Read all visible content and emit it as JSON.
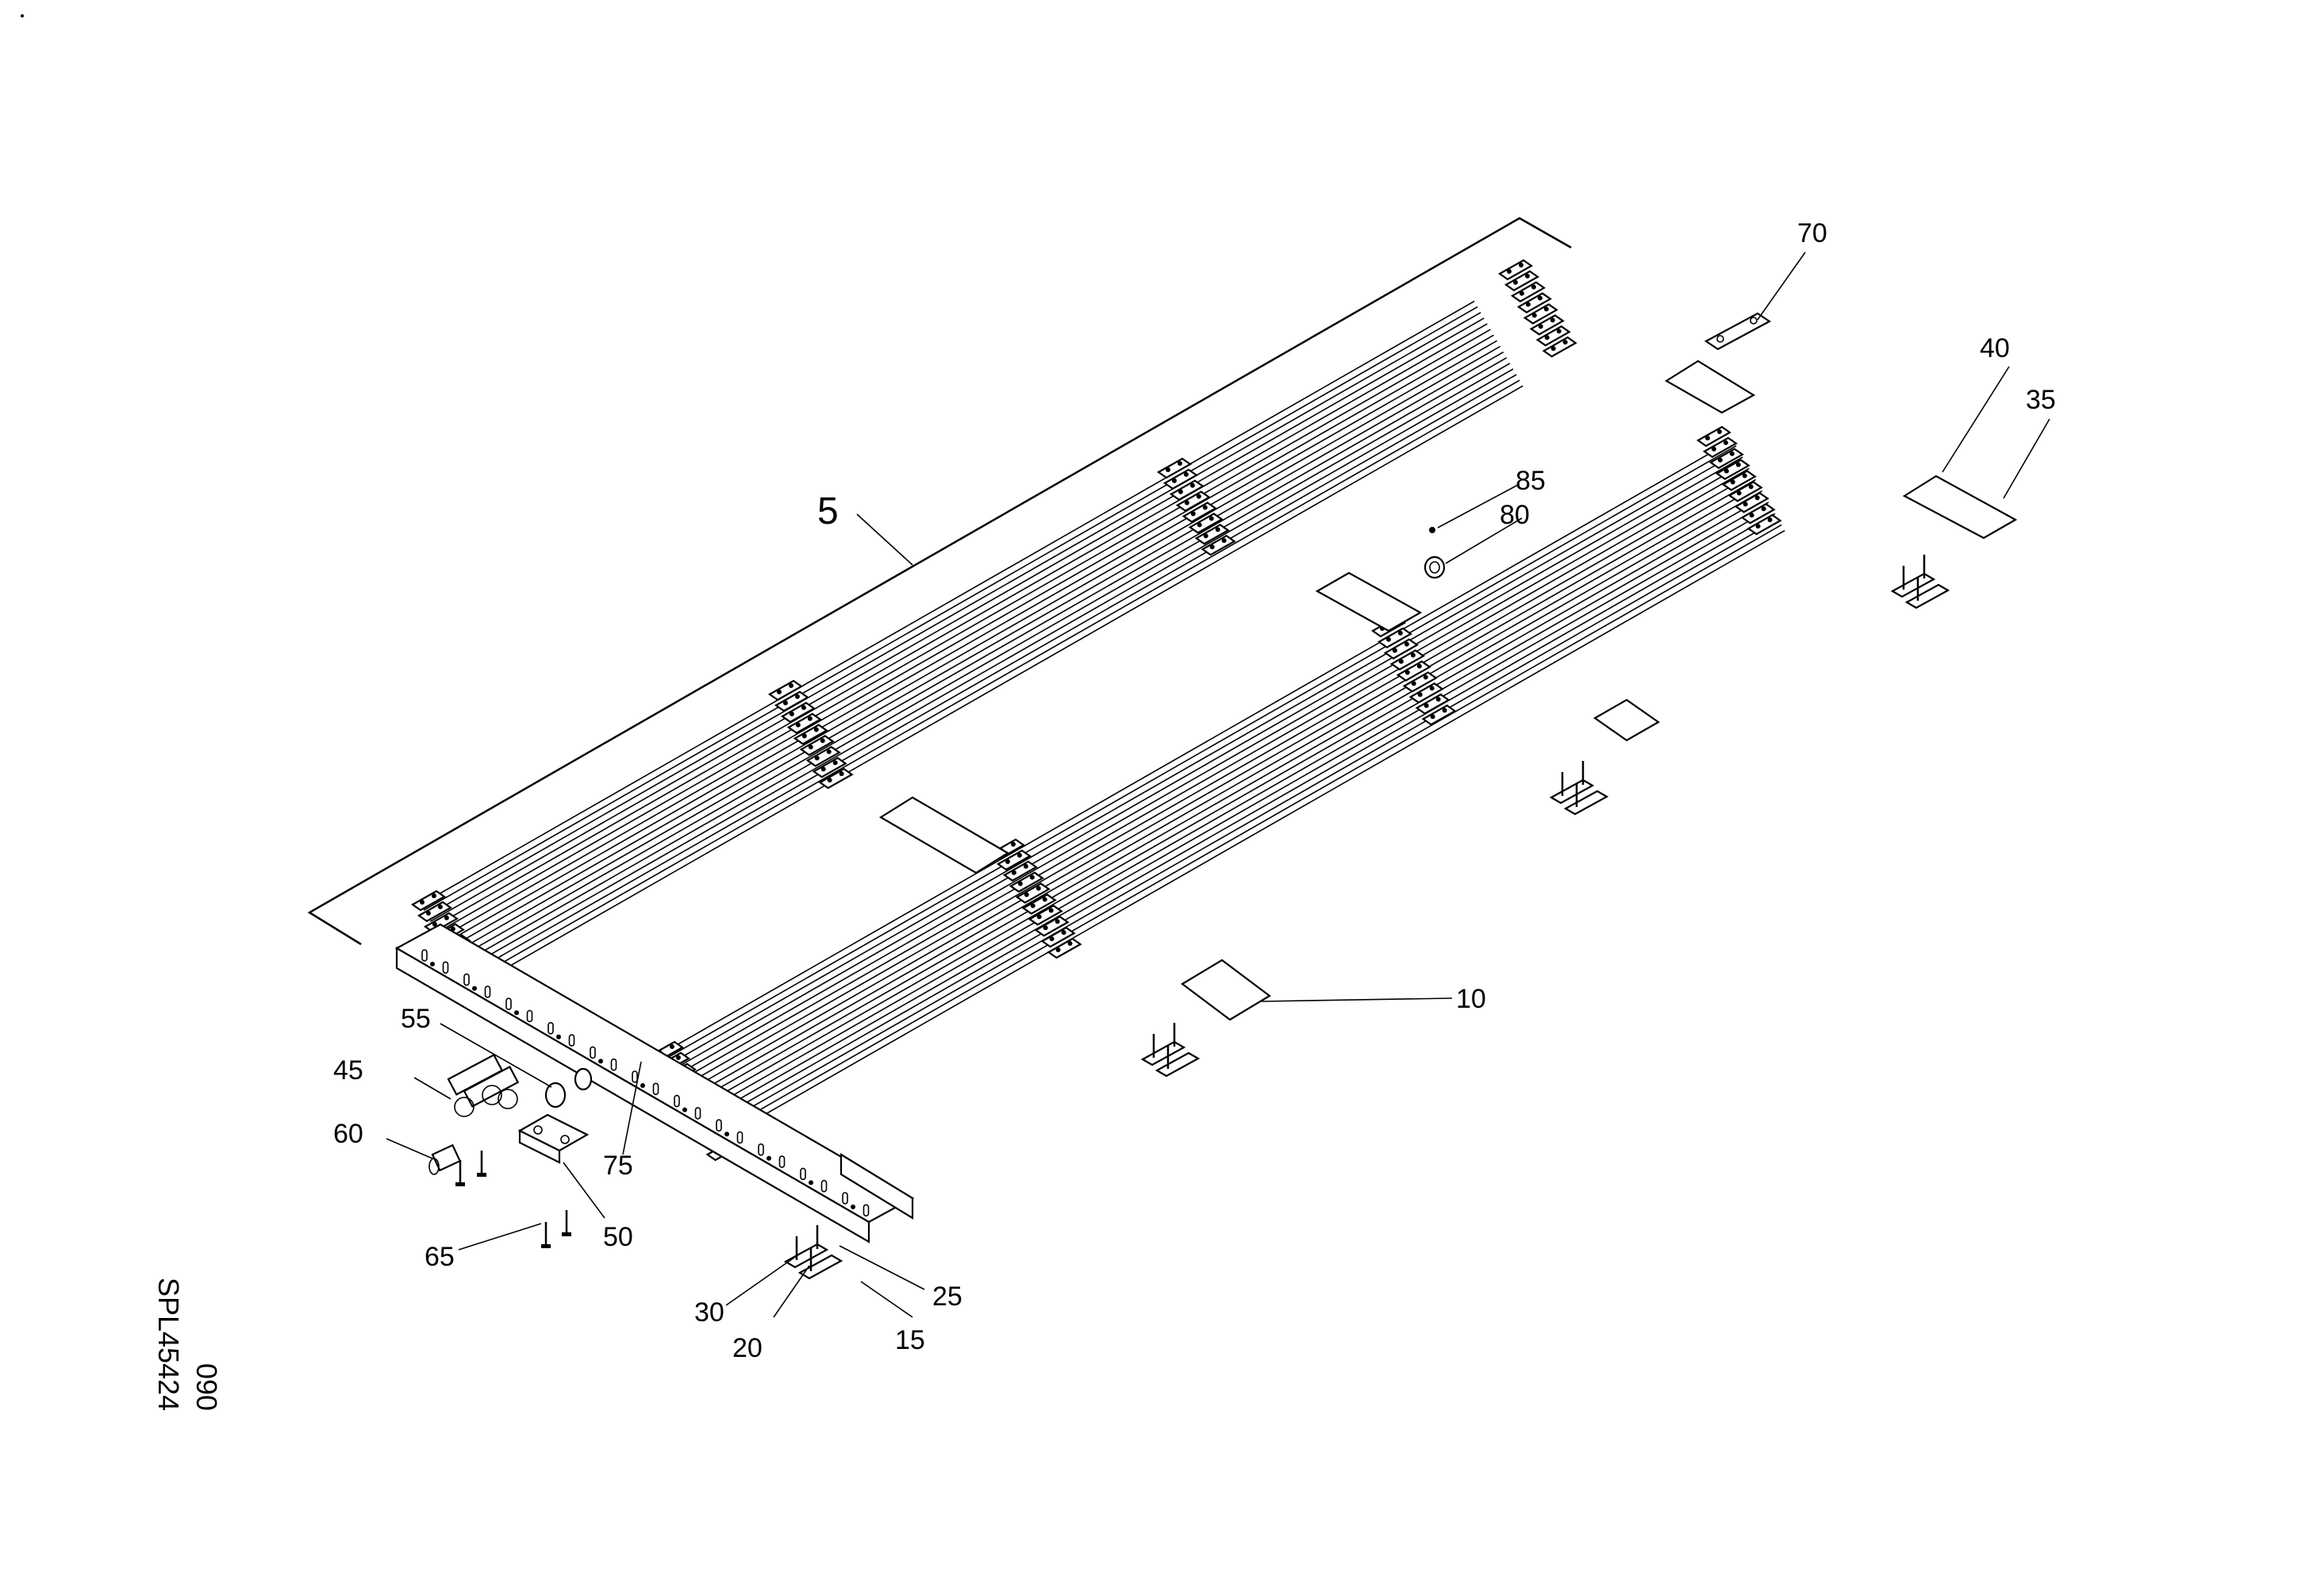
{
  "drawing": {
    "reference_code": "SPL45424",
    "sheet_code": "090"
  },
  "callouts": [
    {
      "id": "c5",
      "label": "5"
    },
    {
      "id": "c10",
      "label": "10"
    },
    {
      "id": "c15",
      "label": "15"
    },
    {
      "id": "c20",
      "label": "20"
    },
    {
      "id": "c25",
      "label": "25"
    },
    {
      "id": "c30",
      "label": "30"
    },
    {
      "id": "c35",
      "label": "35"
    },
    {
      "id": "c40",
      "label": "40"
    },
    {
      "id": "c45",
      "label": "45"
    },
    {
      "id": "c50",
      "label": "50"
    },
    {
      "id": "c55",
      "label": "55"
    },
    {
      "id": "c60",
      "label": "60"
    },
    {
      "id": "c65",
      "label": "65"
    },
    {
      "id": "c70",
      "label": "70"
    },
    {
      "id": "c75",
      "label": "75"
    },
    {
      "id": "c80",
      "label": "80"
    },
    {
      "id": "c85",
      "label": "85"
    }
  ]
}
